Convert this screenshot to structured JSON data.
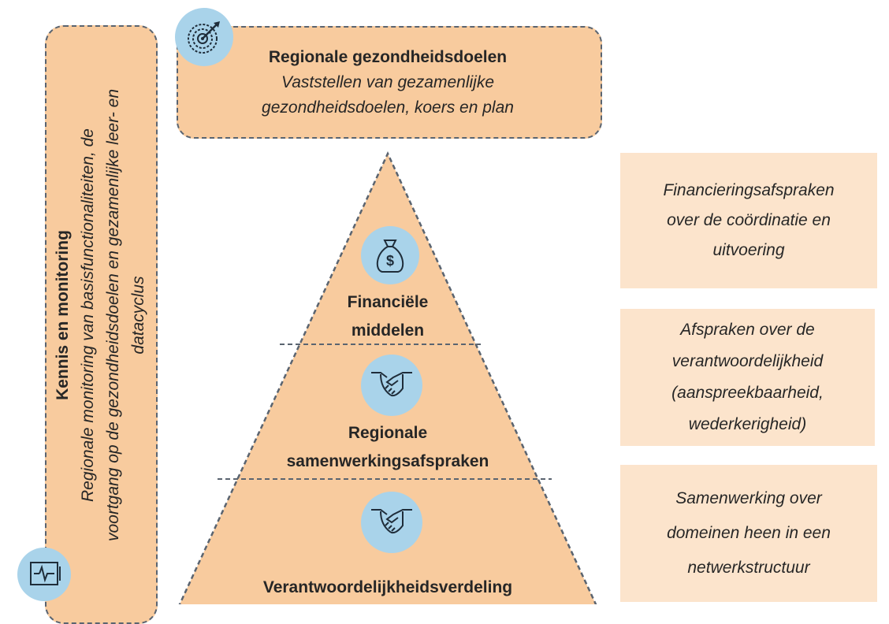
{
  "goals": {
    "title": "Regionale gezondheidsdoelen",
    "subtitle_line1": "Vaststellen van gezamenlijke",
    "subtitle_line2": "gezondheidsdoelen, koers en plan",
    "icon": "target-icon"
  },
  "knowledge": {
    "title": "Kennis en monitoring",
    "subtitle_line1": "Regionale monitoring van basisfunctionaliteiten,  de",
    "subtitle_line2": "voortgang op de gezondheidsdoelen en gezamenlijke leer- en",
    "subtitle_line3": "datacyclus",
    "icon": "monitor-icon"
  },
  "pyramid": {
    "levels": [
      {
        "label_line1": "Financiële",
        "label_line2": "middelen",
        "icon": "money-bag-icon"
      },
      {
        "label_line1": "Regionale",
        "label_line2": "samenwerkingsafspraken",
        "icon": "handshake-icon"
      },
      {
        "label_line1": "Verantwoordelijkheidsverdeling",
        "icon": "handshake-icon"
      }
    ]
  },
  "agreements": [
    {
      "line1": "Financieringsafspraken",
      "line2": "over de coördinatie en",
      "line3": "uitvoering"
    },
    {
      "line1": "Afspraken over de",
      "line2": "verantwoordelijkheid",
      "line3": "(aanspreekbaarheid,",
      "line4": "wederkerigheid)"
    },
    {
      "line1": "Samenwerking over",
      "line2": "domeinen heen in een",
      "line3": "netwerkstructuur"
    }
  ],
  "colors": {
    "box_fill": "#f8cb9e",
    "agreement_fill": "#fce4cc",
    "icon_circle": "#a9d3ea",
    "dash_border": "#5a6470"
  }
}
